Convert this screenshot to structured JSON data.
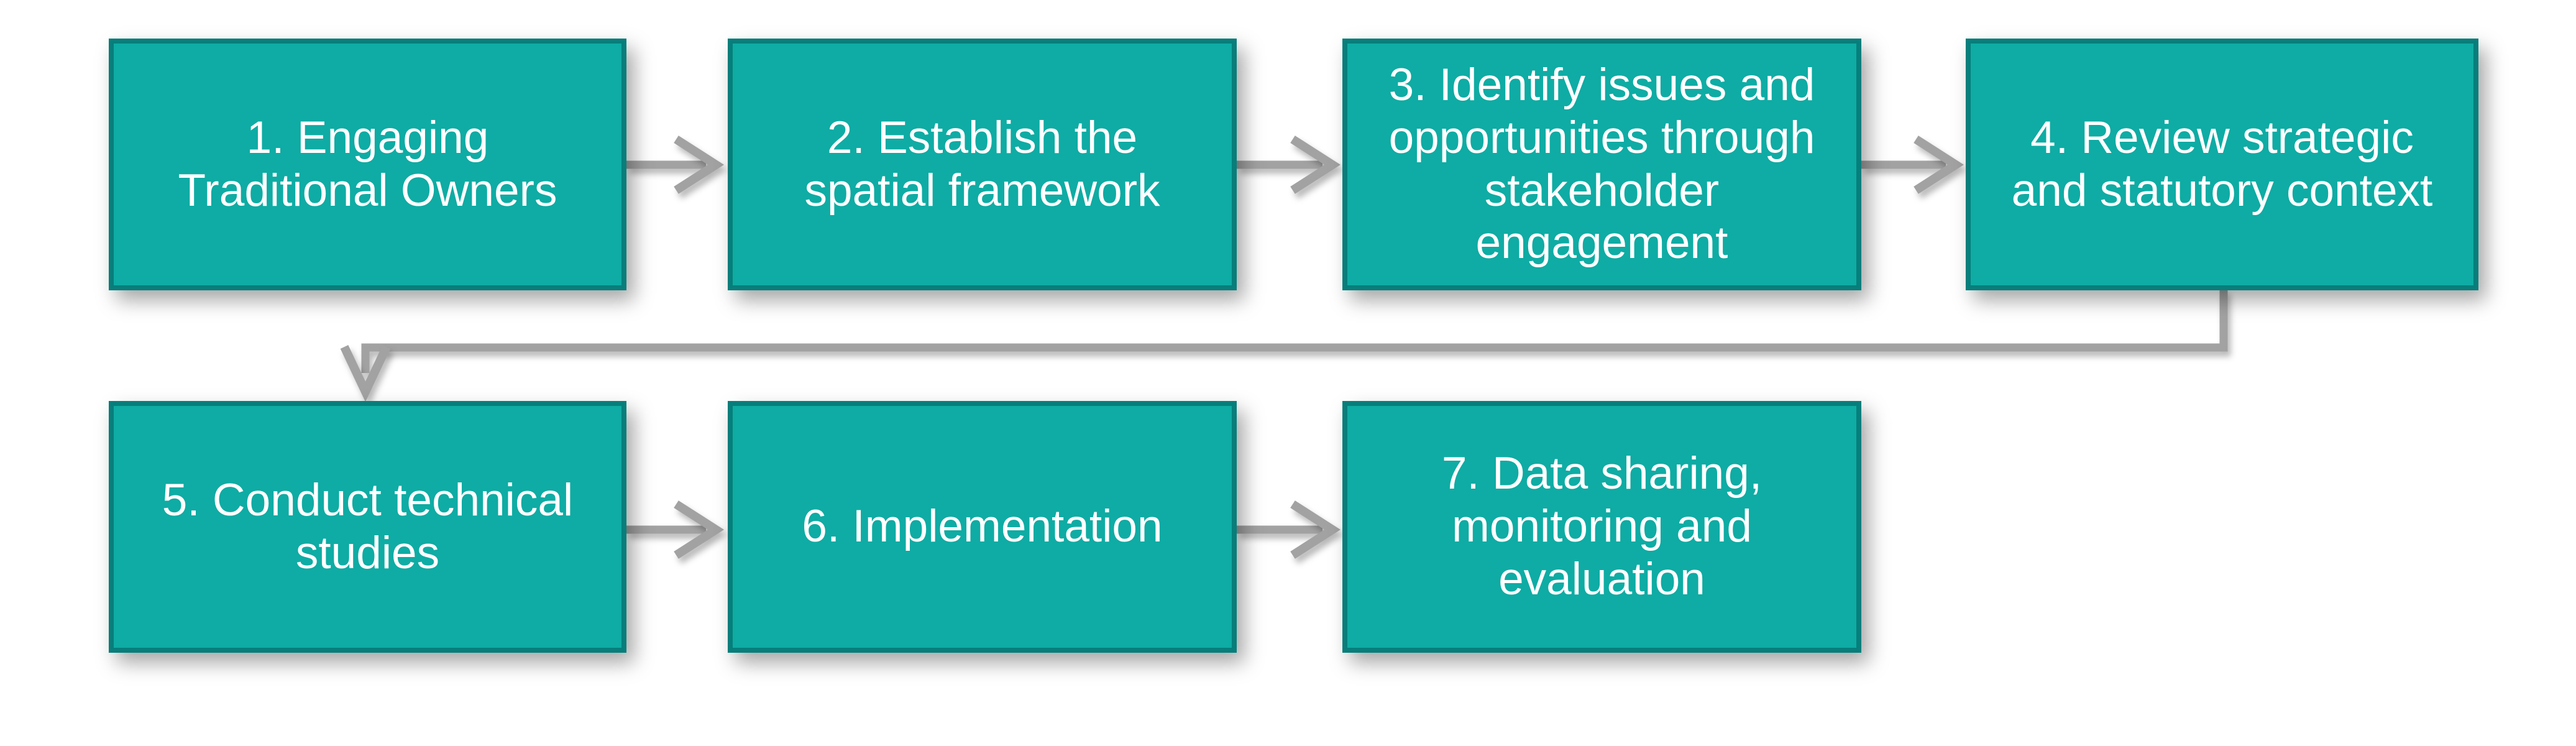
{
  "diagram": {
    "type": "flowchart",
    "rows": 2,
    "steps": [
      {
        "id": 1,
        "label": "1. Engaging\nTraditional Owners"
      },
      {
        "id": 2,
        "label": "2. Establish the\nspatial framework"
      },
      {
        "id": 3,
        "label": "3. Identify issues and\nopportunities through\nstakeholder\nengagement"
      },
      {
        "id": 4,
        "label": "4. Review strategic\nand statutory context"
      },
      {
        "id": 5,
        "label": "5. Conduct technical\nstudies"
      },
      {
        "id": 6,
        "label": "6. Implementation"
      },
      {
        "id": 7,
        "label": "7. Data sharing,\nmonitoring and\nevaluation"
      }
    ],
    "connections": [
      {
        "from": 1,
        "to": 2,
        "shape": "straight-right-arrow"
      },
      {
        "from": 2,
        "to": 3,
        "shape": "straight-right-arrow"
      },
      {
        "from": 3,
        "to": 4,
        "shape": "straight-right-arrow"
      },
      {
        "from": 4,
        "to": 5,
        "shape": "elbow-down-left-down-arrow"
      },
      {
        "from": 5,
        "to": 6,
        "shape": "straight-right-arrow"
      },
      {
        "from": 6,
        "to": 7,
        "shape": "straight-right-arrow"
      }
    ]
  },
  "colors": {
    "box_fill": "#0EACA4",
    "box_border": "#077E7B",
    "arrow": "#A2A2A2",
    "text_color": "#FFFFFF",
    "page_bg": "#FFFFFF"
  }
}
